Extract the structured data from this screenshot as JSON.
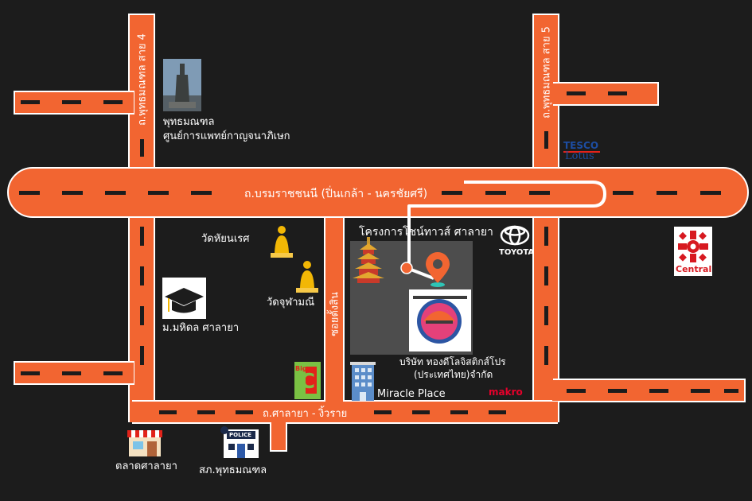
{
  "roads": {
    "main_road": "ถ.บรมราชชนนี (ปิ่นเกล้า - นครชัยศรี)",
    "bottom_road": "ถ.ศาลายา - งิ้วราย",
    "left_road": "ถ.พุทธมณฑล สาย 4",
    "right_road": "ถ.พุทธมณฑล สาย 5",
    "soi": "ซอยตั้งสิน"
  },
  "places": {
    "buddha_park": [
      "พุทธมณฑล",
      "ศูนย์การแพทย์กาญจนาภิเษก"
    ],
    "project": "โครงการโชน์ทาวส์ ศาลายา",
    "wat_hua_yai": "วัดหัยนเรศ",
    "wat_jun": "วัดจุฬามณี",
    "mahidol": "ม.มหิดล ศาลายา",
    "company": [
      "บริษัท ทองดีโลจิสติกส์โปร",
      "(ประเทศไทย)จำกัด"
    ],
    "miracle": "Miracle Place",
    "market": "ตลาดศาลายา",
    "police_station": "สภ.พุทธมณฑล"
  },
  "brands": {
    "tesco_top": "TESCO",
    "tesco_bottom": "Lotus",
    "toyota": "TOYOTA",
    "central": "Central",
    "makro": "makro",
    "bigc_top": "Big",
    "bigc_letter": "C",
    "police_sign": "POLICE"
  },
  "colors": {
    "background": "#1c1c1c",
    "road": "#f26531",
    "road_outline": "#ffffff",
    "block": "#4d4d4d",
    "route": "#ffffff",
    "pin": "#f26531",
    "tesco_blue": "#1d4da1",
    "tesco_red": "#e2231a",
    "central_red": "#d71920",
    "makro_red": "#e5002b",
    "bigc_green": "#7ac143",
    "bigc_red": "#e2231a",
    "buddha_gold": "#f2b705"
  },
  "icons": [
    "buddha-statue-photo",
    "pagoda-icon",
    "location-pin-icon",
    "graduation-cap-icon",
    "buddha-icon",
    "building-icon",
    "shop-icon",
    "police-station-icon",
    "company-logo"
  ]
}
